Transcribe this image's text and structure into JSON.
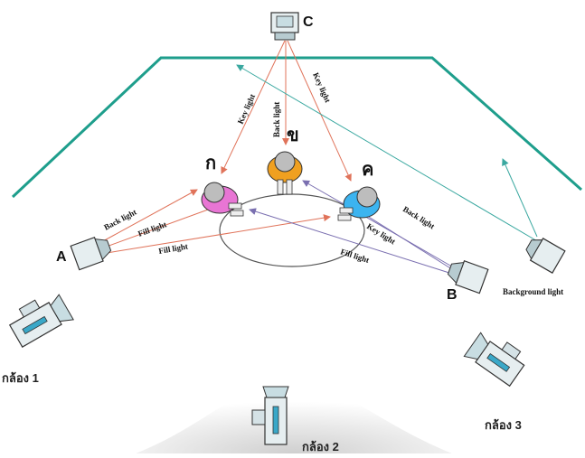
{
  "stations": {
    "a": "A",
    "b": "B",
    "c": "C"
  },
  "subjects": {
    "left": "ก",
    "center": "ข",
    "right": "ค"
  },
  "rays": {
    "c_left": "Key light",
    "c_center": "Back light",
    "c_right": "Key light",
    "a_back": "Back light",
    "a_fill1": "Fill light",
    "a_fill2": "Fill light",
    "b_back": "Back light",
    "b_key": "Key light",
    "b_fill": "Fill light"
  },
  "background_light": "Background light",
  "cameras": {
    "cam1": "กล้อง 1",
    "cam2": "กล้อง 2",
    "cam3": "กล้อง 3"
  },
  "colors": {
    "set_wall": "#1e9e8c",
    "key_ray": "#e0735a",
    "fill_ray": "#7a6fb0",
    "bg_ray": "#3aa8a0",
    "subject_left": "#e875d4",
    "subject_center": "#f0a020",
    "subject_right": "#3cb4f0"
  }
}
